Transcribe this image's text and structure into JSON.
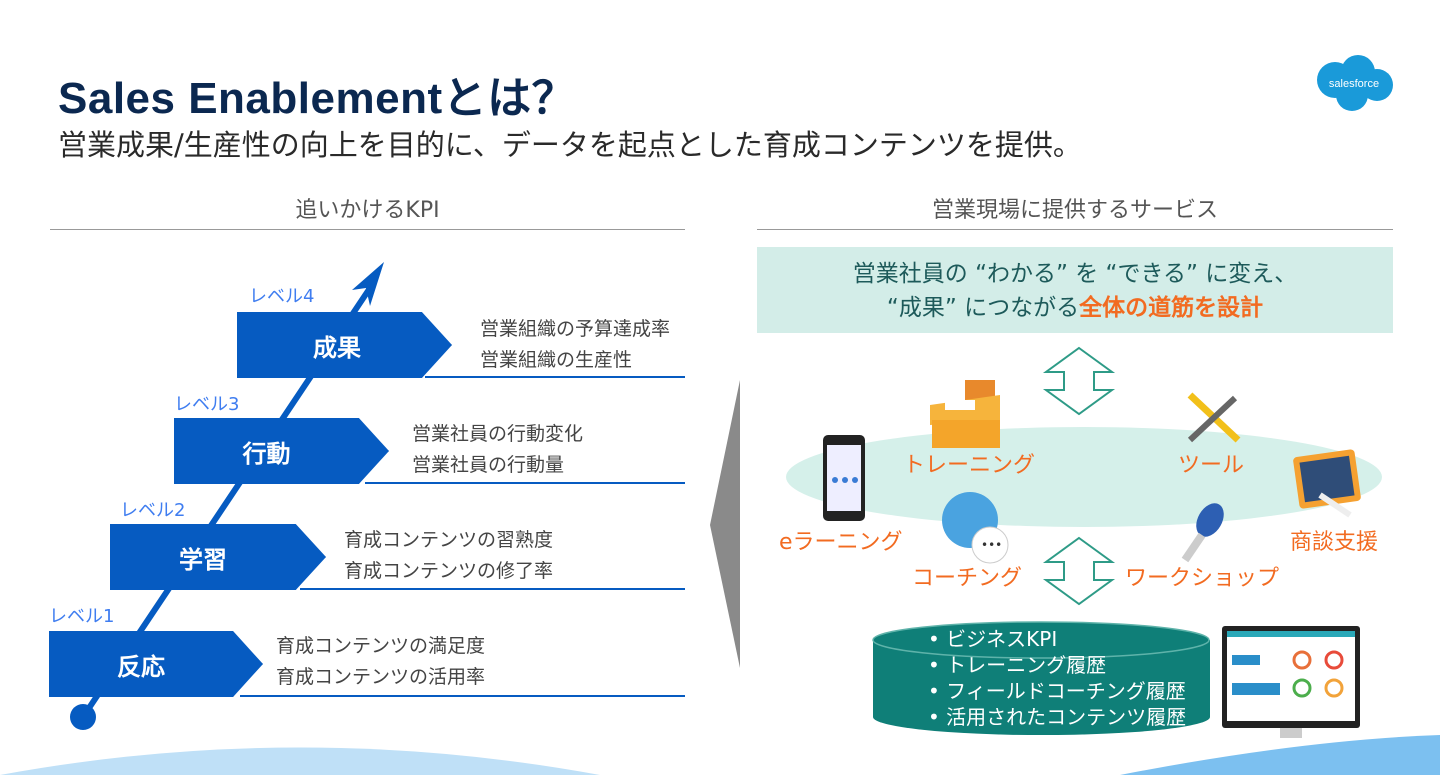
{
  "header": {
    "title": "Sales Enablementとは？",
    "subtitle": "営業成果/生産性の向上を目的に、データを起点とした育成コンテンツを提供。",
    "logo": "salesforce"
  },
  "left": {
    "heading": "追いかけるKPI",
    "levels": [
      {
        "level": "レベル1",
        "name": "反応",
        "kpis": [
          "育成コンテンツの満足度",
          "育成コンテンツの活用率"
        ]
      },
      {
        "level": "レベル2",
        "name": "学習",
        "kpis": [
          "育成コンテンツの習熟度",
          "育成コンテンツの修了率"
        ]
      },
      {
        "level": "レベル3",
        "name": "行動",
        "kpis": [
          "営業社員の行動変化",
          "営業社員の行動量"
        ]
      },
      {
        "level": "レベル4",
        "name": "成果",
        "kpis": [
          "営業組織の予算達成率",
          "営業組織の生産性"
        ]
      }
    ]
  },
  "right": {
    "heading": "営業現場に提供するサービス",
    "banner": {
      "line1": "営業社員の “わかる” を “できる” に変え、",
      "line2a": "“成果” につながる",
      "line2b": "全体の道筋を設計"
    },
    "services": {
      "training": "トレーニング",
      "tool": "ツール",
      "elearning": "eラーニング",
      "coaching": "コーチング",
      "workshop": "ワークショップ",
      "deal_support": "商談支援"
    },
    "data_items": [
      "ビジネスKPI",
      "トレーニング履歴",
      "フィールドコーチング履歴",
      "活用されたコンテンツ履歴"
    ]
  },
  "colors": {
    "navy": "#0b2850",
    "blue": "#065bc1",
    "orange": "#f26b21",
    "teal": "#0f7f78"
  }
}
